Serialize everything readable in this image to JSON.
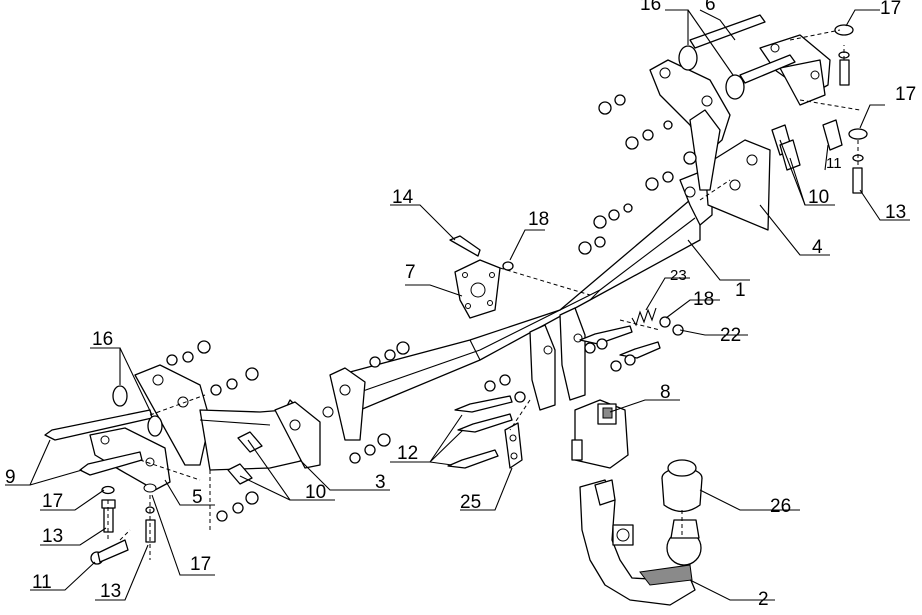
{
  "diagram": {
    "callouts": [
      {
        "id": "c1",
        "text": "1"
      },
      {
        "id": "c2",
        "text": "2"
      },
      {
        "id": "c3",
        "text": "3"
      },
      {
        "id": "c4",
        "text": "4"
      },
      {
        "id": "c5",
        "text": "5"
      },
      {
        "id": "c6",
        "text": "6"
      },
      {
        "id": "c7",
        "text": "7"
      },
      {
        "id": "c8",
        "text": "8"
      },
      {
        "id": "c9",
        "text": "9"
      },
      {
        "id": "c10a",
        "text": "10"
      },
      {
        "id": "c10b",
        "text": "10"
      },
      {
        "id": "c11a",
        "text": "11"
      },
      {
        "id": "c11b",
        "text": "11"
      },
      {
        "id": "c12",
        "text": "12"
      },
      {
        "id": "c13a",
        "text": "13"
      },
      {
        "id": "c13b",
        "text": "13"
      },
      {
        "id": "c13c",
        "text": "13"
      },
      {
        "id": "c14",
        "text": "14"
      },
      {
        "id": "c16a",
        "text": "16"
      },
      {
        "id": "c16b",
        "text": "16"
      },
      {
        "id": "c17a",
        "text": "17"
      },
      {
        "id": "c17b",
        "text": "17"
      },
      {
        "id": "c17c",
        "text": "17"
      },
      {
        "id": "c17d",
        "text": "17"
      },
      {
        "id": "c18a",
        "text": "18"
      },
      {
        "id": "c18b",
        "text": "18"
      },
      {
        "id": "c22",
        "text": "22"
      },
      {
        "id": "c23",
        "text": "23"
      },
      {
        "id": "c25",
        "text": "25"
      },
      {
        "id": "c26",
        "text": "26"
      }
    ]
  }
}
